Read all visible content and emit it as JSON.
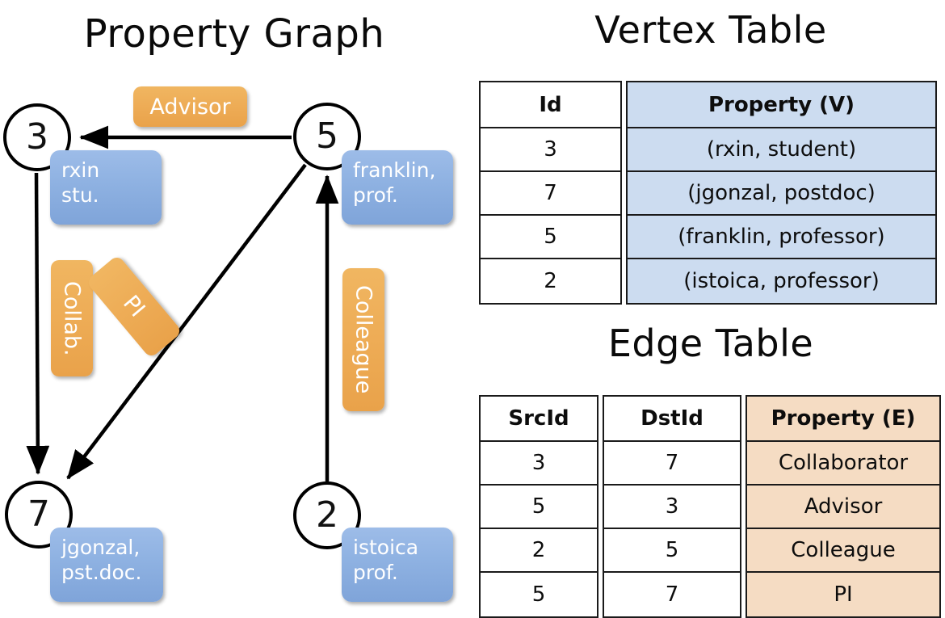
{
  "titles": {
    "property_graph": "Property Graph",
    "vertex_table": "Vertex Table",
    "edge_table": "Edge Table"
  },
  "graph": {
    "nodes": [
      {
        "id": "3",
        "property": "rxin\nstu."
      },
      {
        "id": "5",
        "property": "franklin,\nprof."
      },
      {
        "id": "7",
        "property": "jgonzal,\npst.doc."
      },
      {
        "id": "2",
        "property": "istoica\nprof."
      }
    ],
    "node_labels": {
      "n3": "3",
      "n5": "5",
      "n7": "7",
      "n2": "2"
    },
    "property_boxes": {
      "rxin_line1": "rxin",
      "rxin_line2": "stu.",
      "franklin_line1": "franklin,",
      "franklin_line2": "prof.",
      "jgonzal_line1": "jgonzal,",
      "jgonzal_line2": "pst.doc.",
      "istoica_line1": "istoica",
      "istoica_line2": "prof."
    },
    "edge_labels": {
      "advisor": "Advisor",
      "collab": "Collab.",
      "pi": "PI",
      "colleague": "Colleague"
    },
    "edges": [
      {
        "src": "5",
        "dst": "3",
        "label": "Advisor"
      },
      {
        "src": "3",
        "dst": "7",
        "label": "Collab."
      },
      {
        "src": "5",
        "dst": "7",
        "label": "PI"
      },
      {
        "src": "2",
        "dst": "5",
        "label": "Colleague"
      }
    ]
  },
  "vertex_table": {
    "headers": [
      "Id",
      "Property (V)"
    ],
    "rows": [
      {
        "id": "3",
        "property": "(rxin, student)"
      },
      {
        "id": "7",
        "property": "(jgonzal, postdoc)"
      },
      {
        "id": "5",
        "property": "(franklin, professor)"
      },
      {
        "id": "2",
        "property": "(istoica, professor)"
      }
    ]
  },
  "edge_table": {
    "headers": [
      "SrcId",
      "DstId",
      "Property (E)"
    ],
    "rows": [
      {
        "src": "3",
        "dst": "7",
        "property": "Collaborator"
      },
      {
        "src": "5",
        "dst": "3",
        "property": "Advisor"
      },
      {
        "src": "2",
        "dst": "5",
        "property": "Colleague"
      },
      {
        "src": "5",
        "dst": "7",
        "property": "PI"
      }
    ]
  },
  "colors": {
    "vertex_property_fill": "#ccdcf0",
    "edge_property_fill": "#f5dcc3",
    "node_property_box": "#8fb2e2",
    "edge_label_box": "#eead57",
    "border": "#1a1a1a",
    "text": "#000000",
    "background": "#ffffff"
  }
}
